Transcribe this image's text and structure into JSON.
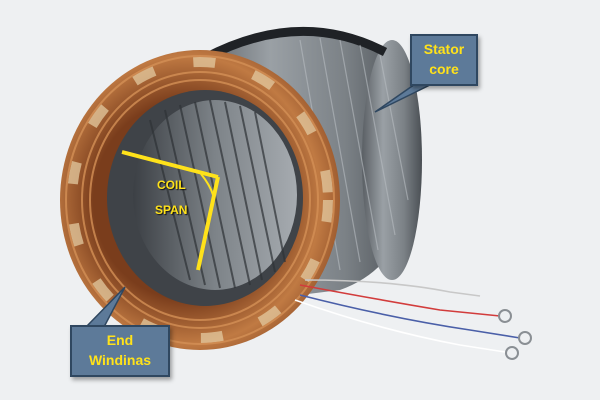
{
  "callouts": {
    "stator": {
      "line1": "Stator",
      "line2": "core"
    },
    "end": {
      "line1": "End",
      "line2": "Windinas"
    }
  },
  "coil_span": {
    "line1": "COIL",
    "line2": "SPAN"
  },
  "colors": {
    "background": "#eef0f2",
    "callout_fill": "#5d7a99",
    "callout_text": "#ffe21a",
    "copper": "#b86b3a",
    "steel": "#8a8f94"
  }
}
